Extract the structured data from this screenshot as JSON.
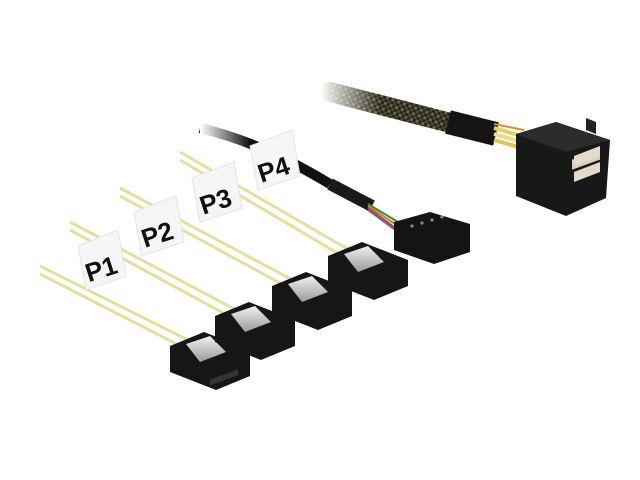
{
  "product": {
    "type": "Mini SAS HD (SFF-8643) to 4x SATA 7-pin fan-out cable with sideband",
    "labels": [
      {
        "id": "P1",
        "text": "P1"
      },
      {
        "id": "P2",
        "text": "P2"
      },
      {
        "id": "P3",
        "text": "P3"
      },
      {
        "id": "P4",
        "text": "P4"
      }
    ],
    "connectors": {
      "host": "mini-sas-hd-connector",
      "targets": [
        "sata-connector-p1",
        "sata-connector-p2",
        "sata-connector-p3",
        "sata-connector-p4"
      ],
      "sideband": "sideband-8pin-header"
    },
    "colors": {
      "background": "#ffffff",
      "braid": "#2a2a22",
      "braid_highlight": "#b8b060",
      "sata_wire": "#e6e2a8",
      "connector": "#151515",
      "latch": "#c8c8c8",
      "label_bg": "#f6f6f6",
      "label_text": "#111111"
    }
  }
}
